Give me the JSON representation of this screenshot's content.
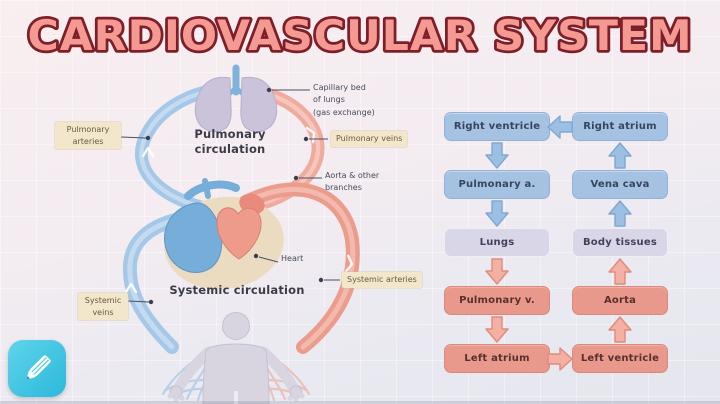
{
  "title": "CARDIOVASCULAR SYSTEM",
  "palette": {
    "title_fill": "#f49a92",
    "title_outline": "#7e1e28",
    "background_top": "#f9eef0",
    "background_bottom": "#e5e6ef",
    "blue_vessel": "#a5c8e8",
    "red_vessel": "#efab9e",
    "blue_box": "#a6c2e2",
    "lavender_box": "#d9d6e8",
    "salmon_box": "#e9998c",
    "callout_box_bg": "#f2e7cb",
    "icon_bg": "#3fc6e4"
  },
  "anatomy": {
    "region_labels": {
      "pulmonary_circulation": {
        "lines": [
          "Pulmonary",
          "circulation"
        ]
      },
      "systemic_circulation": "Systemic circulation"
    },
    "callouts": {
      "pulmonary_arteries": {
        "lines": [
          "Pulmonary",
          "arteries"
        ]
      },
      "capillary_bed": {
        "lines": [
          "Capillary bed",
          "of lungs",
          "(gas exchange)"
        ]
      },
      "pulmonary_veins": "Pulmonary veins",
      "aorta_branches": {
        "lines": [
          "Aorta & other",
          "branches"
        ]
      },
      "heart": "Heart",
      "systemic_arteries": "Systemic arteries",
      "systemic_veins": {
        "lines": [
          "Systemic",
          "veins"
        ]
      }
    }
  },
  "flowchart": {
    "left_column": {
      "flow_direction": "down",
      "boxes": [
        {
          "label": "Right ventricle",
          "type": "blue"
        },
        {
          "label": "Pulmonary a.",
          "type": "blue"
        },
        {
          "label": "Lungs",
          "type": "lavender"
        },
        {
          "label": "Pulmonary v.",
          "type": "salmon"
        },
        {
          "label": "Left atrium",
          "type": "salmon"
        }
      ]
    },
    "right_column": {
      "flow_direction": "up",
      "boxes": [
        {
          "label": "Right atrium",
          "type": "blue"
        },
        {
          "label": "Vena cava",
          "type": "blue"
        },
        {
          "label": "Body tissues",
          "type": "lavender"
        },
        {
          "label": "Aorta",
          "type": "salmon"
        },
        {
          "label": "Left ventricle",
          "type": "salmon"
        }
      ]
    },
    "cross_links": [
      {
        "from": "Right atrium",
        "to": "Right ventricle",
        "direction": "left",
        "color": "blue"
      },
      {
        "from": "Left atrium",
        "to": "Left ventricle",
        "direction": "right",
        "color": "salmon"
      }
    ]
  },
  "corner_icon": {
    "name": "pencil",
    "meaning": "drawing/edit tool"
  }
}
